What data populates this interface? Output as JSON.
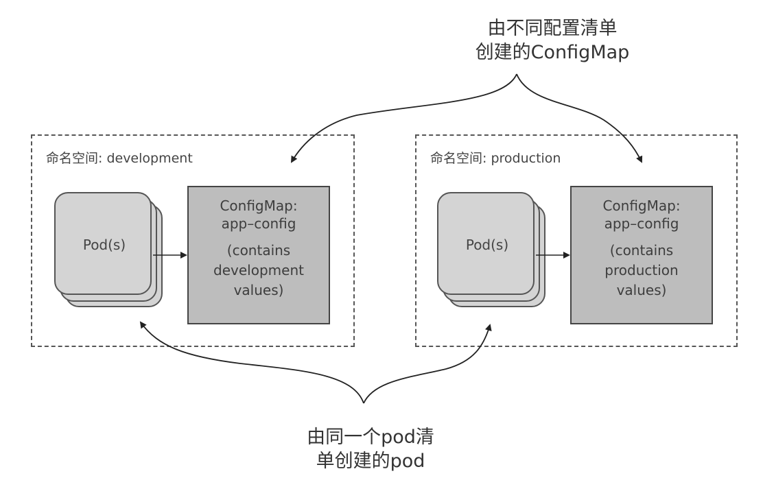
{
  "top_caption": {
    "line1": "由不同配置清单",
    "line2": "创建的ConfigMap"
  },
  "bottom_caption": {
    "line1": "由同一个pod清",
    "line2": "单创建的pod"
  },
  "namespaces": [
    {
      "label": "命名空间: development",
      "pod_label": "Pod(s)",
      "configmap": {
        "title": "ConfigMap:",
        "name": "app–config",
        "note_line1": "(contains",
        "note_line2": "development",
        "note_line3": "values)"
      }
    },
    {
      "label": "命名空间: production",
      "pod_label": "Pod(s)",
      "configmap": {
        "title": "ConfigMap:",
        "name": "app–config",
        "note_line1": "(contains",
        "note_line2": "production",
        "note_line3": "values)"
      }
    }
  ],
  "colors": {
    "pod_fill": "#d4d4d4",
    "configmap_fill": "#bdbdbd",
    "stroke": "#444444"
  }
}
